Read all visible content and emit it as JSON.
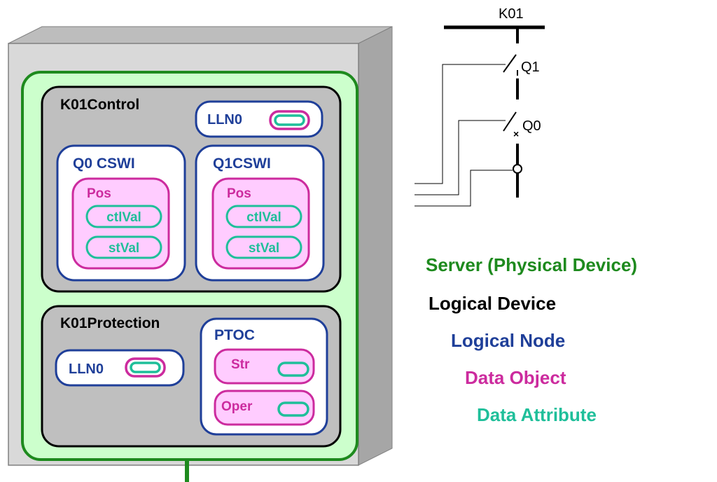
{
  "colors": {
    "server": "#1e8a1e",
    "logical_device": "#000000",
    "logical_node": "#1f3f99",
    "data_object": "#cc2b9e",
    "data_attribute": "#1fbf9a",
    "box_front": "#d9d9d9",
    "box_side": "#a6a6a6",
    "server_fill": "#ccffcc",
    "ld_fill": "#bfbfbf"
  },
  "single_line": {
    "bus_label": "K01",
    "switch1_label": "Q1",
    "switch0_label": "Q0"
  },
  "device": {
    "control": {
      "title": "K01Control",
      "lln0": "LLN0",
      "q0": {
        "title": "Q0 CSWI",
        "data_object": "Pos",
        "attr1": "ctlVal",
        "attr2": "stVal"
      },
      "q1": {
        "title": "Q1CSWI",
        "data_object": "Pos",
        "attr1": "ctlVal",
        "attr2": "stVal"
      }
    },
    "protection": {
      "title": "K01Protection",
      "lln0": "LLN0",
      "ptoc": {
        "title": "PTOC",
        "do1": "Str",
        "do2": "Oper"
      }
    }
  },
  "legend": {
    "server": "Server (Physical Device)",
    "logical_device": "Logical Device",
    "logical_node": "Logical Node",
    "data_object": "Data Object",
    "data_attribute": "Data Attribute"
  }
}
